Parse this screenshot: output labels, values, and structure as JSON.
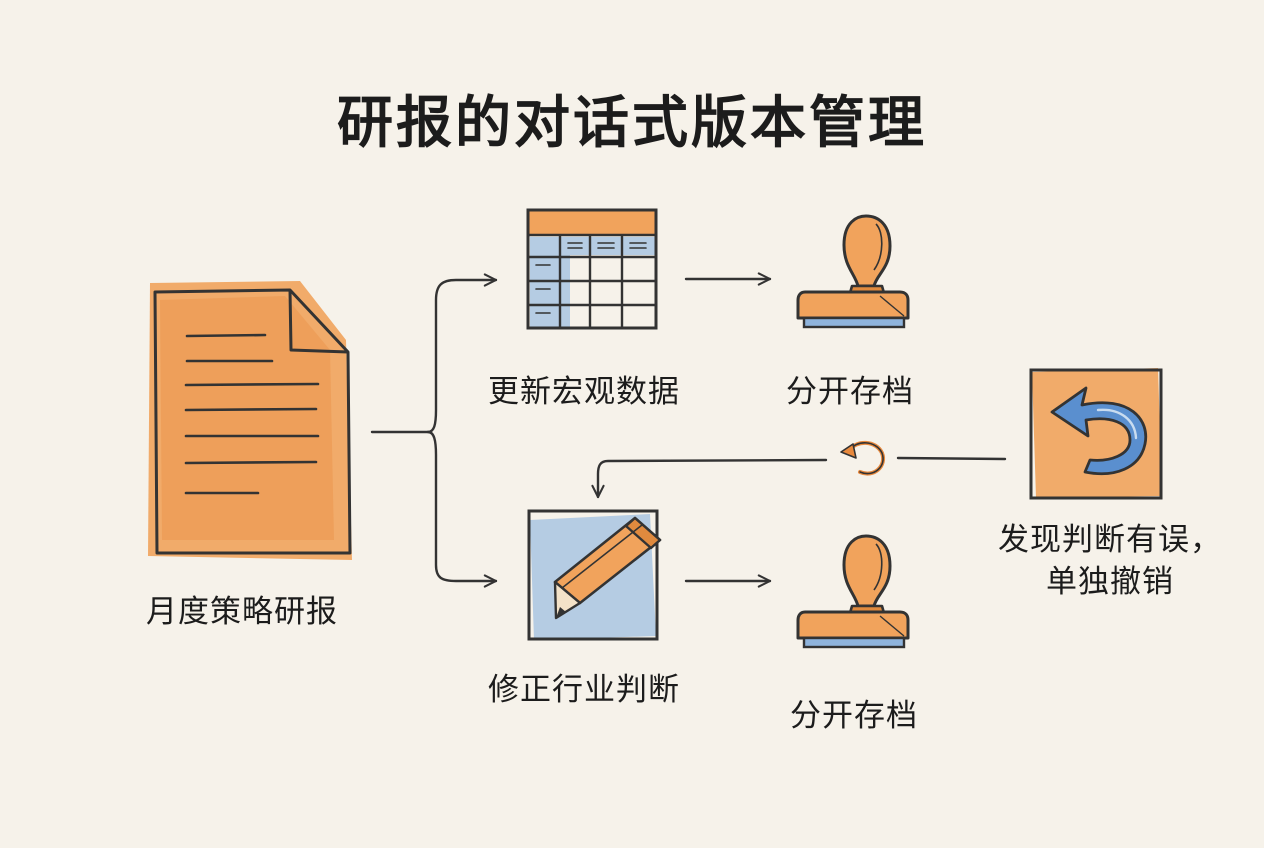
{
  "title": "研报的对话式版本管理",
  "nodes": {
    "report": {
      "label": "月度策略研报",
      "icon": "document-icon"
    },
    "macro": {
      "label": "更新宏观数据",
      "icon": "spreadsheet-icon"
    },
    "industry": {
      "label": "修正行业判断",
      "icon": "pencil-icon"
    },
    "archive_top": {
      "label": "分开存档",
      "icon": "stamp-icon"
    },
    "archive_bottom": {
      "label": "分开存档",
      "icon": "stamp-icon"
    },
    "undo": {
      "label_line1": "发现判断有误，",
      "label_line2": "单独撤销",
      "icon": "undo-arrow-icon"
    }
  },
  "colors": {
    "orange": "#f1a35c",
    "orange_dark": "#e08a3e",
    "blue": "#8fb4dc",
    "ink": "#333333",
    "background": "#f6f2ea"
  }
}
